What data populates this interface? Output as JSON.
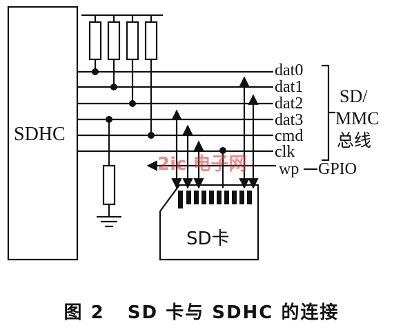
{
  "diagram": {
    "controller_label": "SDHC",
    "signals": [
      "dat0",
      "dat1",
      "dat2",
      "dat3",
      "cmd",
      "clk"
    ],
    "bus_label_line1": "SD/",
    "bus_label_line2": "MMC",
    "bus_label_line3": "总线",
    "wp_label": "wp",
    "gpio_label": "GPIO",
    "card_label": "SD卡",
    "watermark": "2ic 电子网"
  },
  "caption": "图 2   SD 卡与 SDHC 的连接",
  "colors": {
    "line": "#111111",
    "watermark": "#e03030"
  }
}
